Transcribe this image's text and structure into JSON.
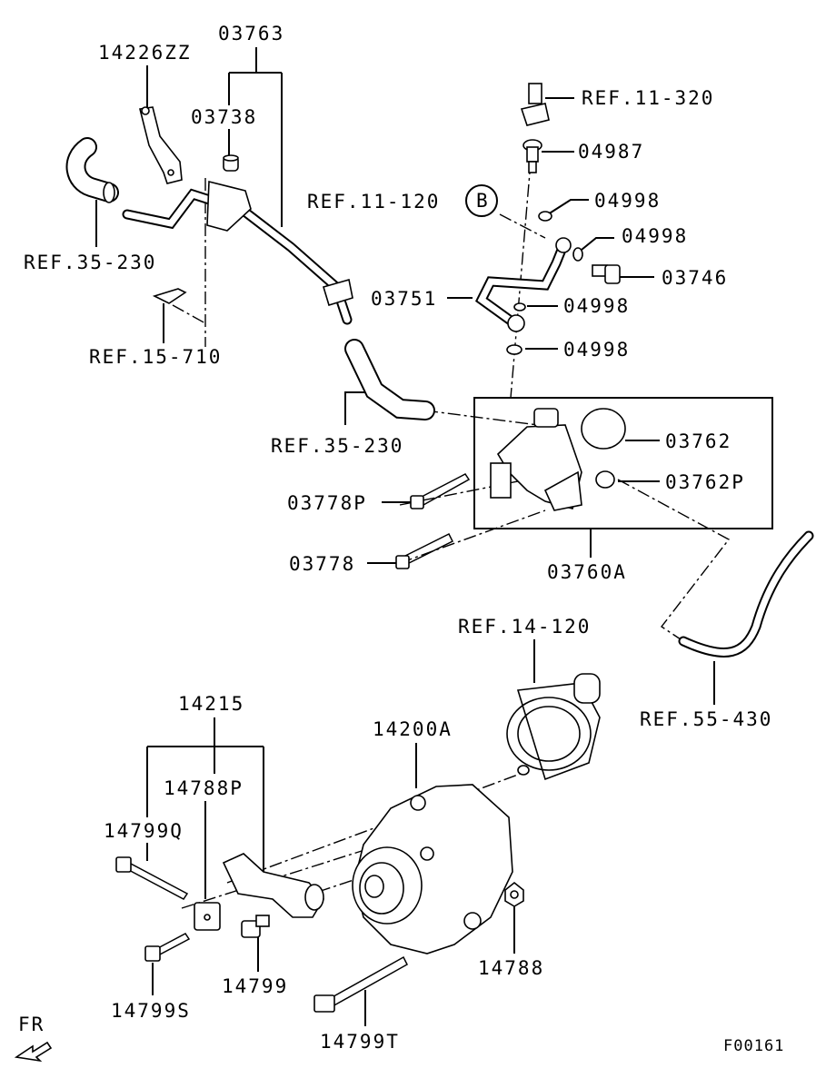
{
  "diagram_id": "F00161",
  "front_marker": "FR",
  "labels": {
    "l14226ZZ": "14226ZZ",
    "l03763": "03763",
    "l03738": "03738",
    "ref35230a": "REF.35-230",
    "ref15710": "REF.15-710",
    "ref11320": "REF.11-320",
    "l04987": "04987",
    "ref11120": "REF.11-120",
    "circleB": "B",
    "l04998a": "04998",
    "l04998b": "04998",
    "l03746": "03746",
    "l03751": "03751",
    "l04998c": "04998",
    "l04998d": "04998",
    "ref35230b": "REF.35-230",
    "l03762": "03762",
    "l03762P": "03762P",
    "l03778P": "03778P",
    "l03778": "03778",
    "l03760A": "03760A",
    "ref14120": "REF.14-120",
    "ref55430": "REF.55-430",
    "l14215": "14215",
    "l14200A": "14200A",
    "l14788P": "14788P",
    "l14799Q": "14799Q",
    "l14788": "14788",
    "l14799": "14799",
    "l14799S": "14799S",
    "l14799T": "14799T"
  }
}
